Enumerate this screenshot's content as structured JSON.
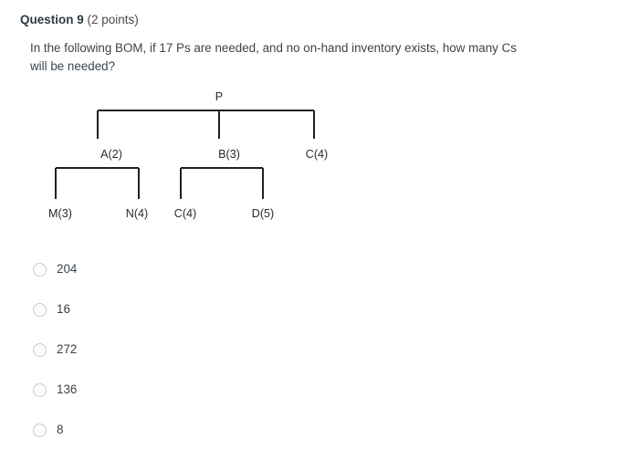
{
  "header": {
    "title": "Question 9",
    "points": "(2 points)"
  },
  "question": {
    "text": "In the following BOM, if 17 Ps are needed, and no on-hand inventory exists, how many Cs will be needed?"
  },
  "diagram": {
    "type": "bom-tree",
    "nodes": {
      "root": "P",
      "level1": [
        "A(2)",
        "B(3)",
        "C(4)"
      ],
      "level2": [
        "M(3)",
        "N(4)",
        "C(4)",
        "D(5)"
      ]
    },
    "line_color": "#231f20"
  },
  "options": [
    {
      "label": "204",
      "selected": false
    },
    {
      "label": "16",
      "selected": false
    },
    {
      "label": "272",
      "selected": false
    },
    {
      "label": "136",
      "selected": false
    },
    {
      "label": "8",
      "selected": false
    }
  ]
}
